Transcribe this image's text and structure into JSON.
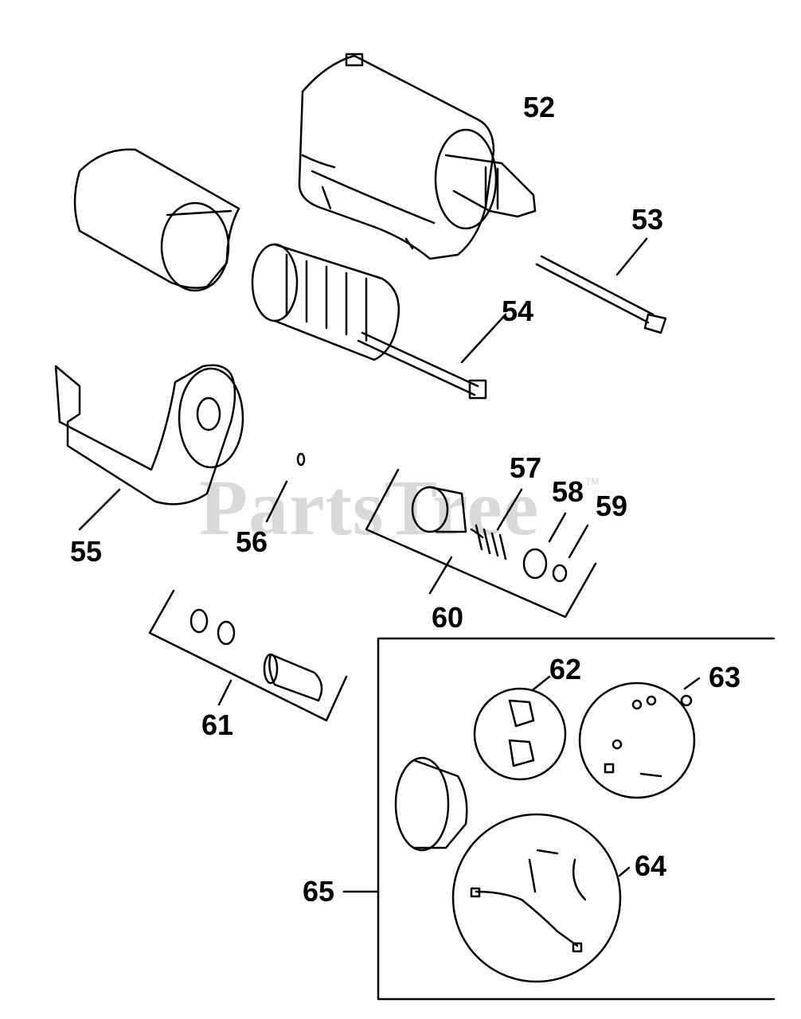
{
  "watermark": {
    "text": "PartsTree",
    "trademark": "TM"
  },
  "callouts": {
    "c52": "52",
    "c53": "53",
    "c54": "54",
    "c55": "55",
    "c56": "56",
    "c57": "57",
    "c58": "58",
    "c59": "59",
    "c60": "60",
    "c61": "61",
    "c62": "62",
    "c63": "63",
    "c64": "64",
    "c65": "65"
  }
}
